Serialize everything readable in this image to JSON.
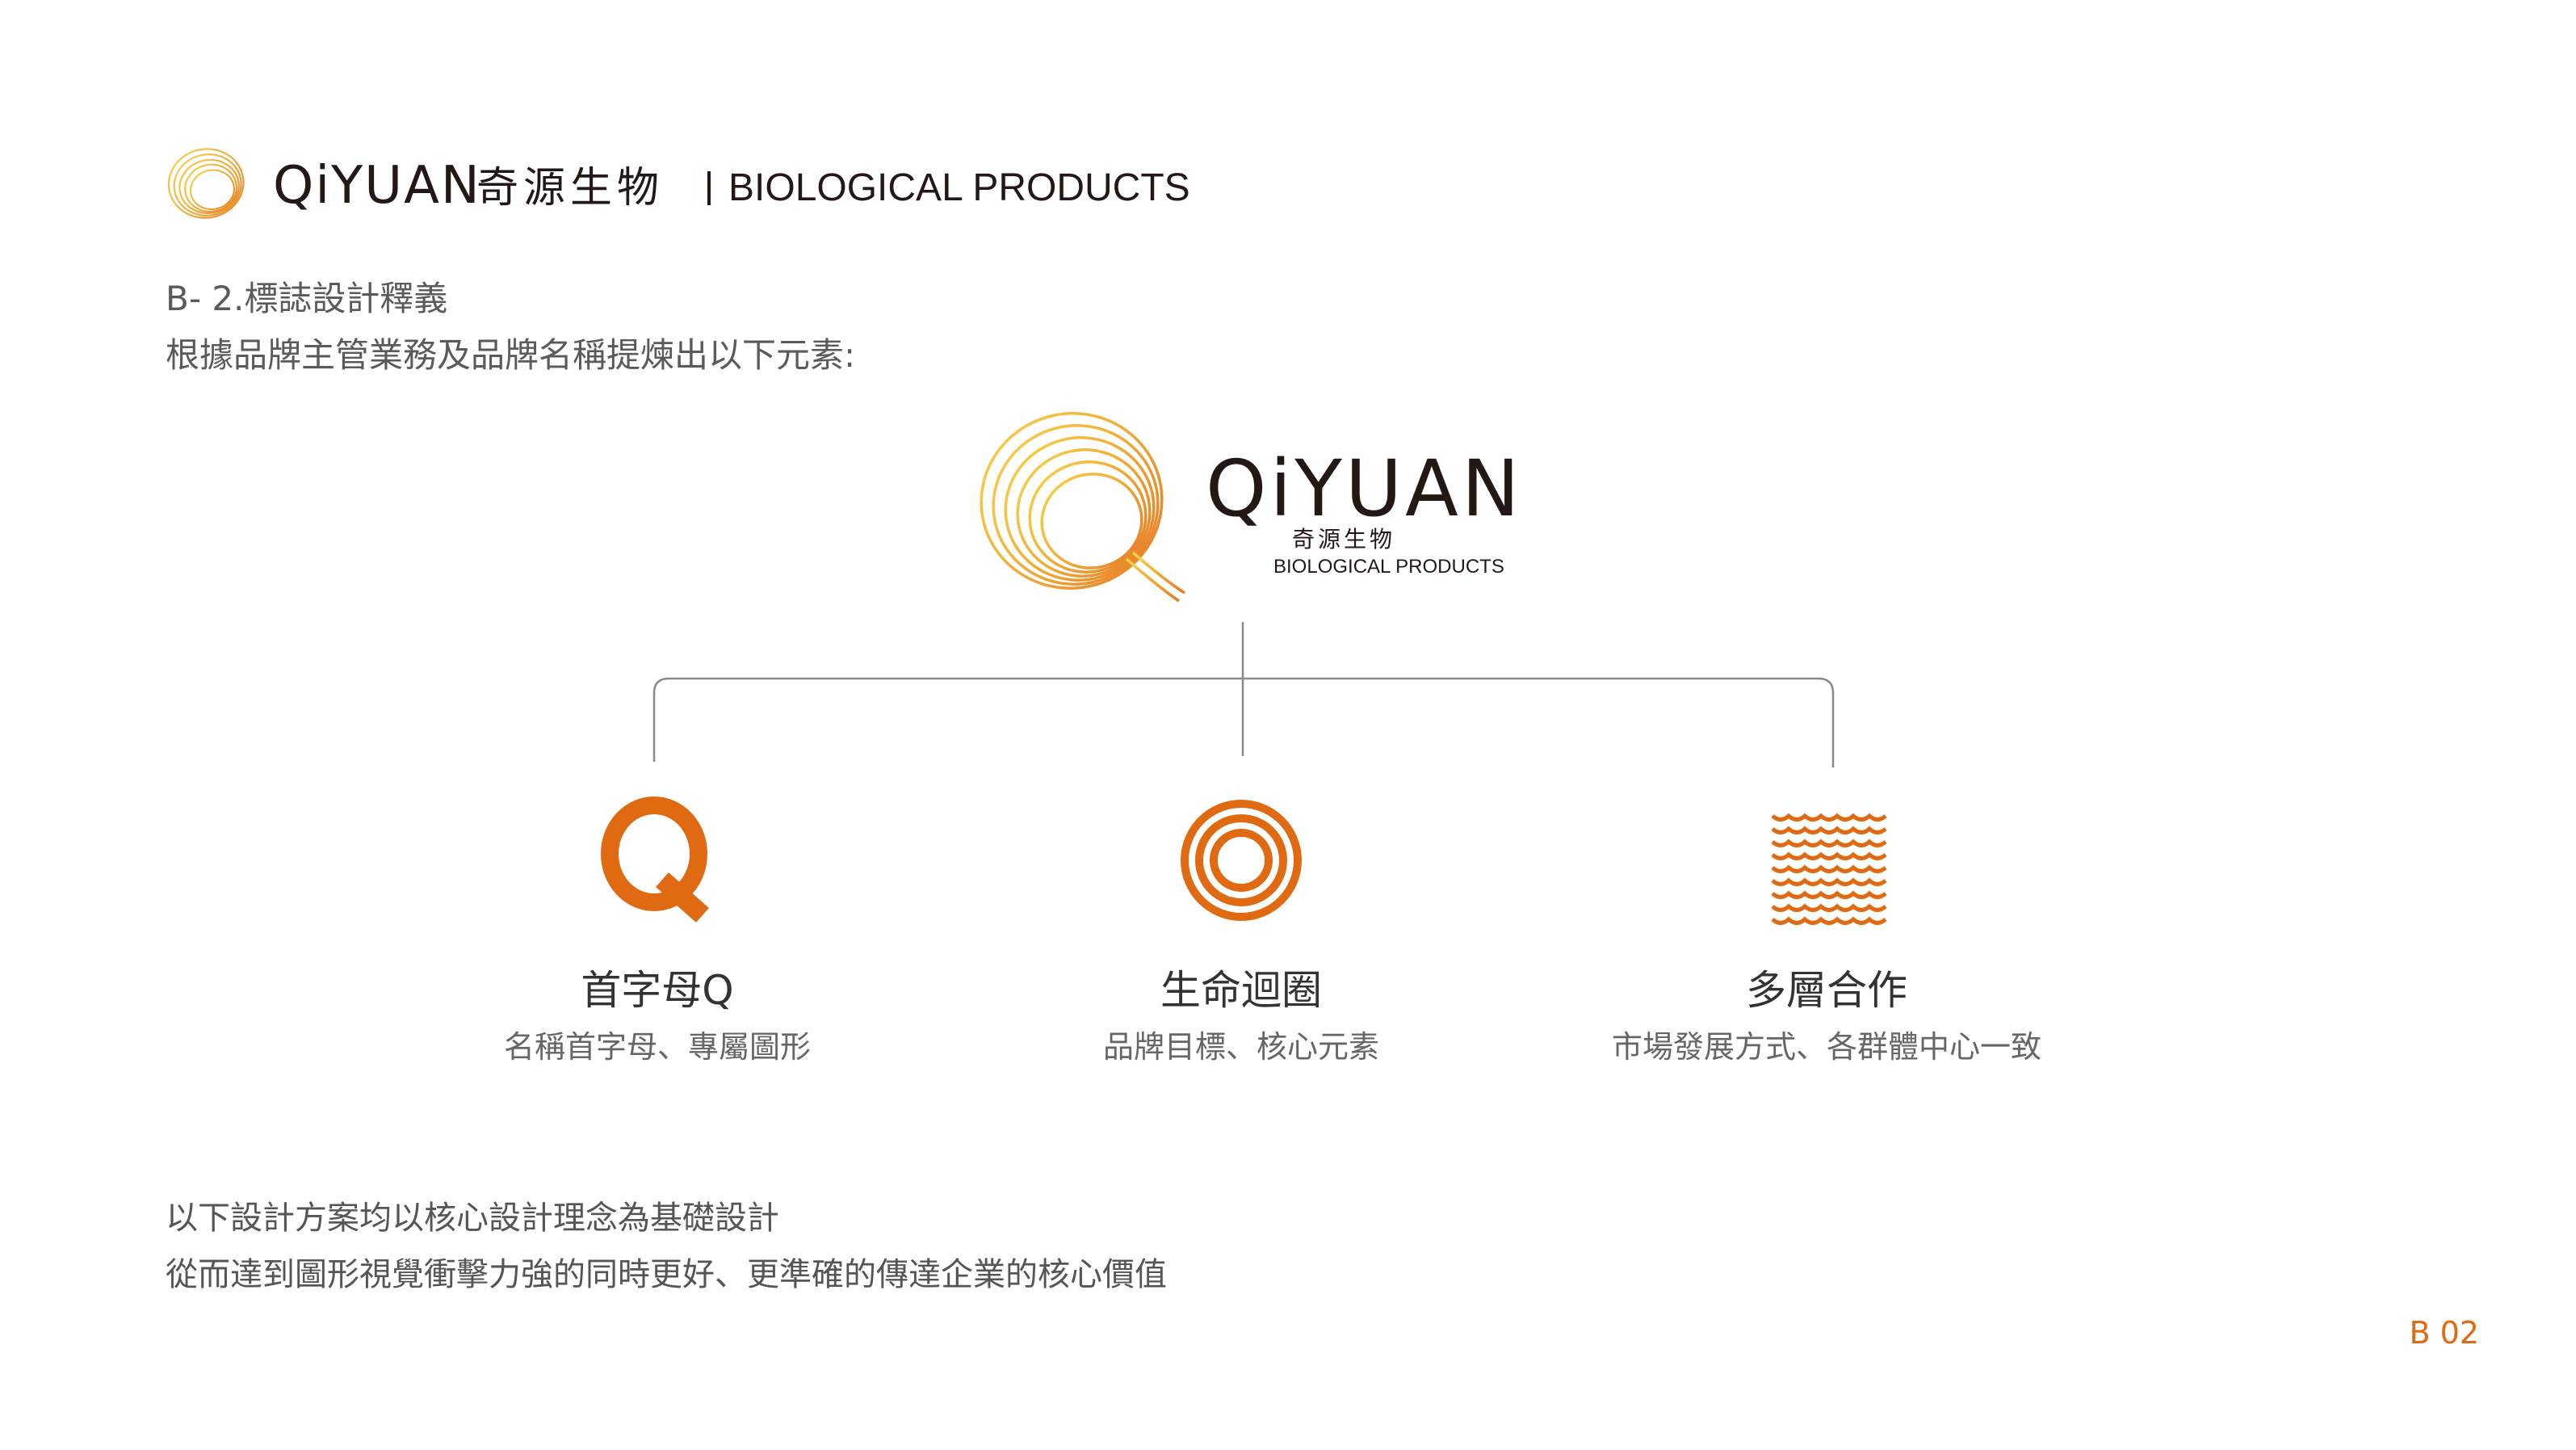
{
  "header": {
    "wordmark": "QiYUAN",
    "chinese_name": "奇源生物",
    "english_name": "BIOLOGICAL PRODUCTS"
  },
  "intro": {
    "title": "B- 2.標誌設計釋義",
    "description": "根據品牌主管業務及品牌名稱提煉出以下元素:"
  },
  "main_logo": {
    "wordmark": "QiYUAN",
    "chinese_name": "奇源生物",
    "english_name": "BIOLOGICAL PRODUCTS"
  },
  "elements": [
    {
      "icon": "letter-q-icon",
      "title": "首字母Q",
      "description": "名稱首字母、專屬圖形"
    },
    {
      "icon": "concentric-rings-icon",
      "title": "生命迴圈",
      "description": "品牌目標、核心元素"
    },
    {
      "icon": "wave-layers-icon",
      "title": "多層合作",
      "description": "市場發展方式、各群體中心一致"
    }
  ],
  "footer": {
    "line1": "以下設計方案均以核心設計理念為基礎設計",
    "line2": "從而達到圖形視覺衝擊力強的同時更好、更準確的傳達企業的核心價值"
  },
  "page_number": "B 02",
  "colors": {
    "accent": "#e06a12",
    "gold_light": "#f5c542",
    "gold_dark": "#e6862a",
    "text_dark": "#231815"
  }
}
